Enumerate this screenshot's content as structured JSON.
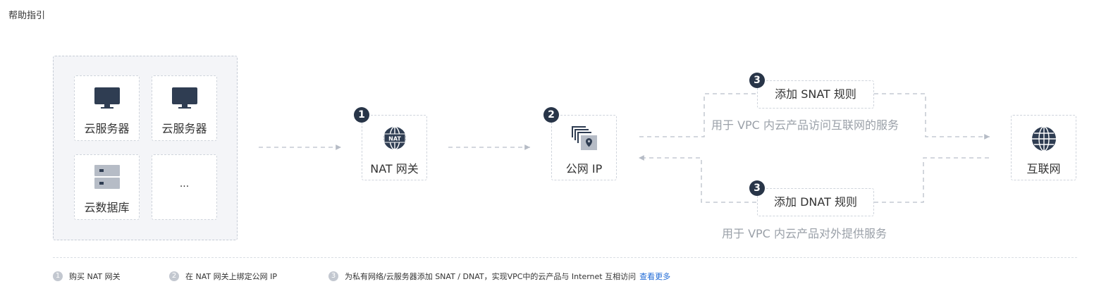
{
  "title": "帮助指引",
  "resources": {
    "server1": "云服务器",
    "server2": "云服务器",
    "database": "云数据库",
    "more": "..."
  },
  "nodes": {
    "nat": {
      "badge": "1",
      "label": "NAT 网关",
      "icon_text": "NAT"
    },
    "eip": {
      "badge": "2",
      "label": "公网 IP"
    },
    "internet": {
      "label": "互联网"
    }
  },
  "rules": {
    "snat": {
      "badge": "3",
      "label": "添加 SNAT 规则",
      "desc": "用于 VPC 内云产品访问互联网的服务"
    },
    "dnat": {
      "badge": "3",
      "label": "添加 DNAT 规则",
      "desc": "用于 VPC 内云产品对外提供服务"
    }
  },
  "steps": [
    {
      "num": "1",
      "text": "购买 NAT 网关"
    },
    {
      "num": "2",
      "text": "在 NAT 网关上绑定公网 IP"
    },
    {
      "num": "3",
      "text": "为私有网络/云服务器添加 SNAT / DNAT，实现VPC中的云产品与 Internet 互相访问",
      "link": "查看更多"
    }
  ],
  "colors": {
    "badge": "#283548",
    "link": "#1f6ad6",
    "dashed": "#c6ccd6",
    "icon_dark": "#2f3d52"
  }
}
